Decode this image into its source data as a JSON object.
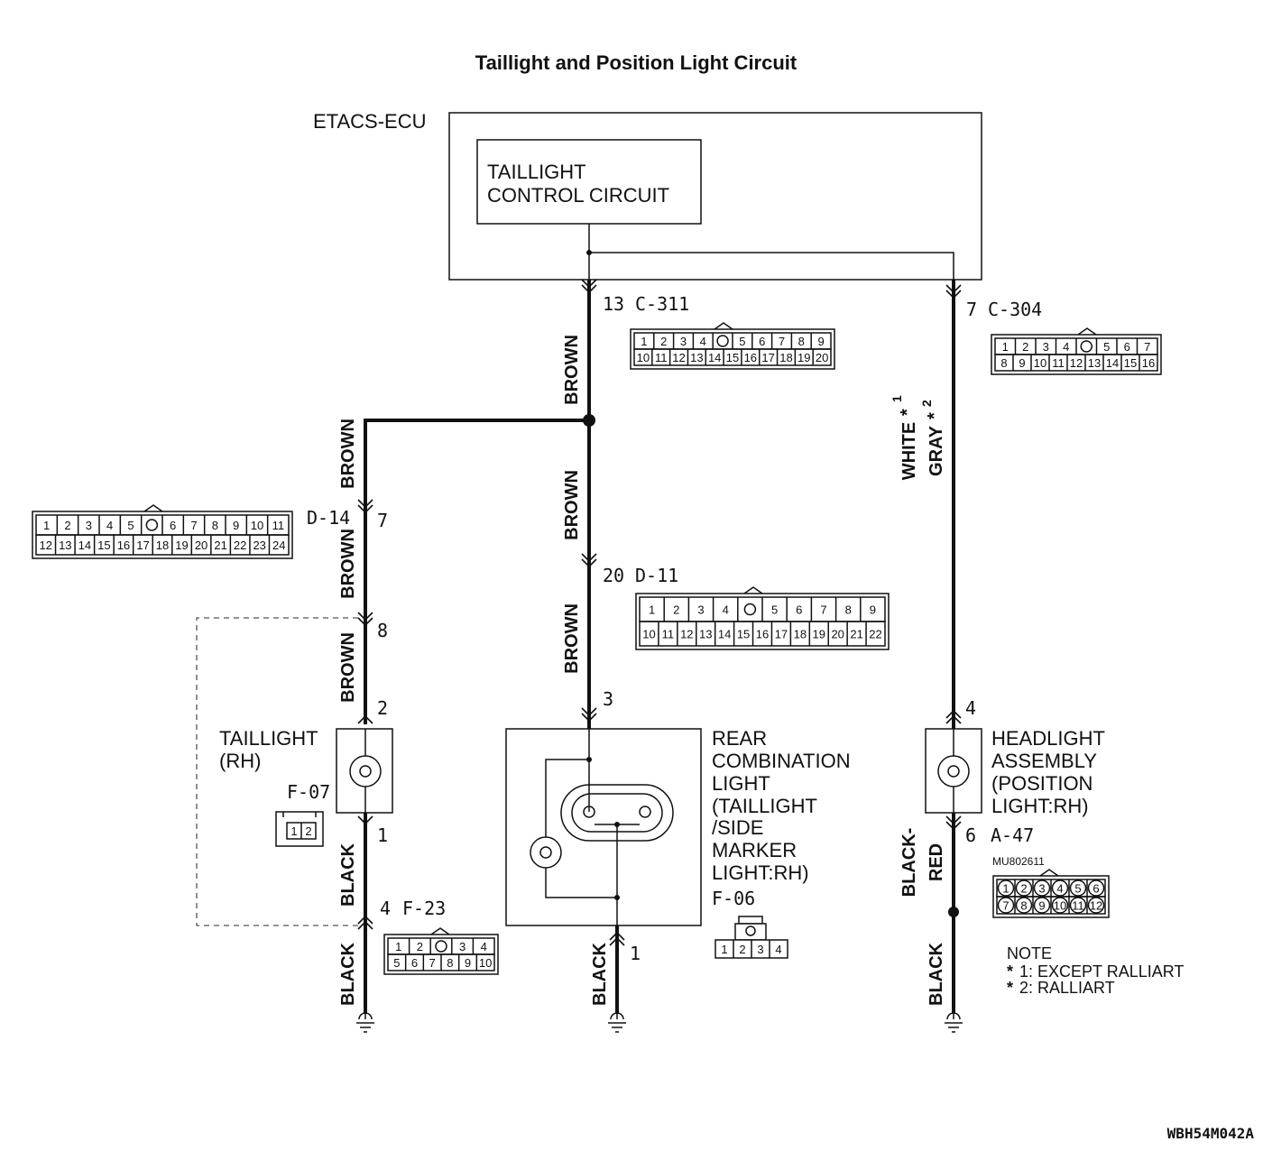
{
  "title": "Taillight and Position Light Circuit",
  "ecu": {
    "label": "ETACS-ECU",
    "inner_line1": "TAILLIGHT",
    "inner_line2": "CONTROL CIRCUIT"
  },
  "connectors": {
    "c311": {
      "pin": "13",
      "name": "C-311",
      "top": [
        "1",
        "2",
        "3",
        "4",
        "",
        "5",
        "6",
        "7",
        "8",
        "9"
      ],
      "bottom": [
        "10",
        "11",
        "12",
        "13",
        "14",
        "15",
        "16",
        "17",
        "18",
        "19",
        "20"
      ]
    },
    "c304": {
      "pin": "7",
      "name": "C-304",
      "top": [
        "1",
        "2",
        "3",
        "4",
        "",
        "5",
        "6",
        "7"
      ],
      "bottom": [
        "8",
        "9",
        "10",
        "11",
        "12",
        "13",
        "14",
        "15",
        "16"
      ]
    },
    "d14": {
      "pin": "7",
      "name": "D-14",
      "top": [
        "1",
        "2",
        "3",
        "4",
        "5",
        "",
        "6",
        "7",
        "8",
        "9",
        "10",
        "11"
      ],
      "bottom": [
        "12",
        "13",
        "14",
        "15",
        "16",
        "17",
        "18",
        "19",
        "20",
        "21",
        "22",
        "23",
        "24"
      ]
    },
    "d11": {
      "pin": "20",
      "name": "D-11",
      "top": [
        "1",
        "2",
        "3",
        "4",
        "",
        "5",
        "6",
        "7",
        "8",
        "9"
      ],
      "bottom": [
        "10",
        "11",
        "12",
        "13",
        "14",
        "15",
        "16",
        "17",
        "18",
        "19",
        "20",
        "21",
        "22"
      ]
    },
    "f07": {
      "name": "F-07",
      "cells": [
        "1",
        "2"
      ]
    },
    "f23": {
      "pin": "4",
      "name": "F-23",
      "top": [
        "1",
        "2",
        "",
        "3",
        "4"
      ],
      "bottom": [
        "5",
        "6",
        "7",
        "8",
        "9",
        "10"
      ]
    },
    "f06": {
      "name": "F-06",
      "cells": [
        "1",
        "2",
        "3",
        "4"
      ]
    },
    "a47": {
      "pin": "6",
      "name": "A-47",
      "part_no": "MU802611",
      "top": [
        "1",
        "2",
        "3",
        "4",
        "5",
        "6"
      ],
      "bottom": [
        "7",
        "8",
        "9",
        "10",
        "11",
        "12"
      ]
    }
  },
  "pins": {
    "d14_lower": "8",
    "taillight_top": "2",
    "taillight_bottom": "1",
    "rear_top": "3",
    "rear_bottom": "1",
    "headlight_top": "4"
  },
  "wires": {
    "brown": "BROWN",
    "black": "BLACK",
    "white": "WHITE",
    "gray": "GRAY",
    "black_red_1": "BLACK-",
    "black_red_2": "RED",
    "star": "*",
    "sup1": "1",
    "sup2": "2"
  },
  "components": {
    "taillight": {
      "line1": "TAILLIGHT",
      "line2": "(RH)"
    },
    "rear": {
      "line1": "REAR",
      "line2": "COMBINATION",
      "line3": "LIGHT",
      "line4": "(TAILLIGHT",
      "line5": " /SIDE",
      "line6": " MARKER",
      "line7": " LIGHT:RH)"
    },
    "headlight": {
      "line1": "HEADLIGHT",
      "line2": "ASSEMBLY",
      "line3": "(POSITION",
      "line4": " LIGHT:RH)"
    }
  },
  "note": {
    "heading": "NOTE",
    "star": "*",
    "item1": "1: EXCEPT RALLIART",
    "item2": "2: RALLIART"
  },
  "figure_code": "WBH54M042A"
}
